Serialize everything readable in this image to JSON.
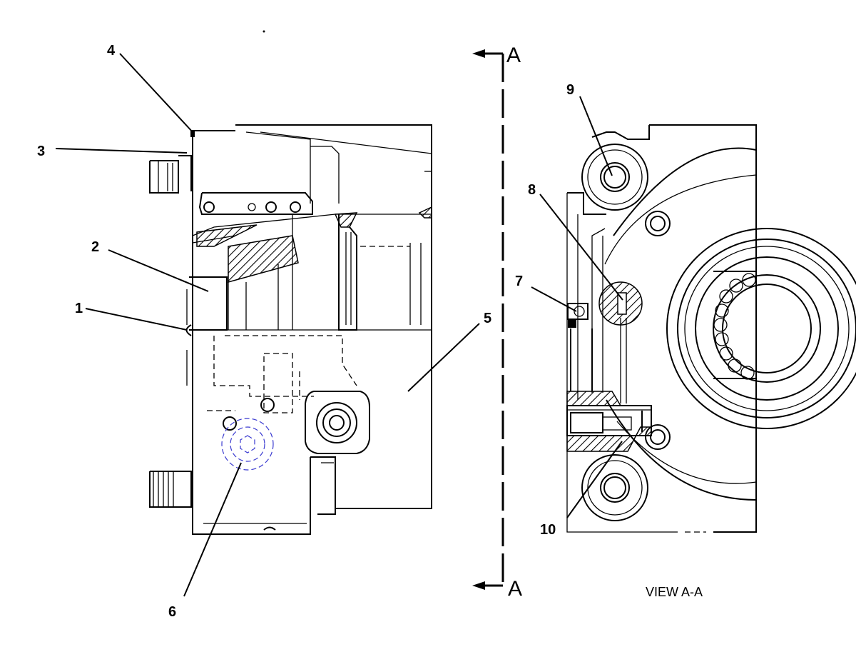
{
  "callouts": [
    {
      "id": "1",
      "label": "1"
    },
    {
      "id": "2",
      "label": "2"
    },
    {
      "id": "3",
      "label": "3"
    },
    {
      "id": "4",
      "label": "4"
    },
    {
      "id": "5",
      "label": "5"
    },
    {
      "id": "6",
      "label": "6"
    },
    {
      "id": "7",
      "label": "7"
    },
    {
      "id": "8",
      "label": "8"
    },
    {
      "id": "9",
      "label": "9"
    },
    {
      "id": "10",
      "label": "10"
    }
  ],
  "section": {
    "top_letter": "A",
    "bottom_letter": "A"
  },
  "view_label": "VIEW A-A",
  "colors": {
    "line": "#000000",
    "highlight": "#3a3ad0",
    "background": "#ffffff"
  }
}
